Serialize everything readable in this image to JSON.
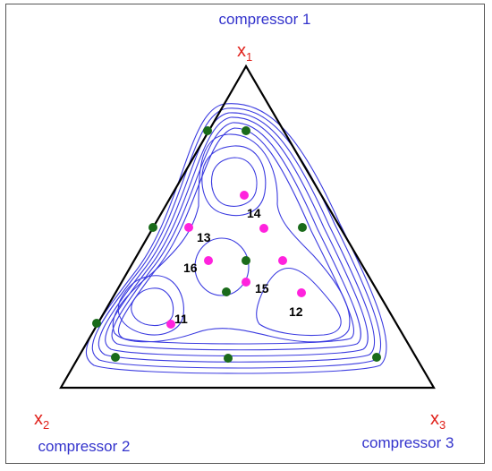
{
  "vertices": [
    {
      "id": "top",
      "name": "compressor 1",
      "symbol": "x",
      "subscript": "1"
    },
    {
      "id": "left",
      "name": "compressor 2",
      "symbol": "x",
      "subscript": "2"
    },
    {
      "id": "right",
      "name": "compressor 3",
      "symbol": "x",
      "subscript": "3"
    }
  ],
  "point_labels": [
    "11",
    "12",
    "13",
    "14",
    "15",
    "16"
  ],
  "colors": {
    "contour": "#3b3be0",
    "triangle": "#000000",
    "green_point": "#1a6b1a",
    "magenta_point": "#ff22dd",
    "vertex_label": "#3333cc",
    "axis_symbol": "#e0201a"
  }
}
